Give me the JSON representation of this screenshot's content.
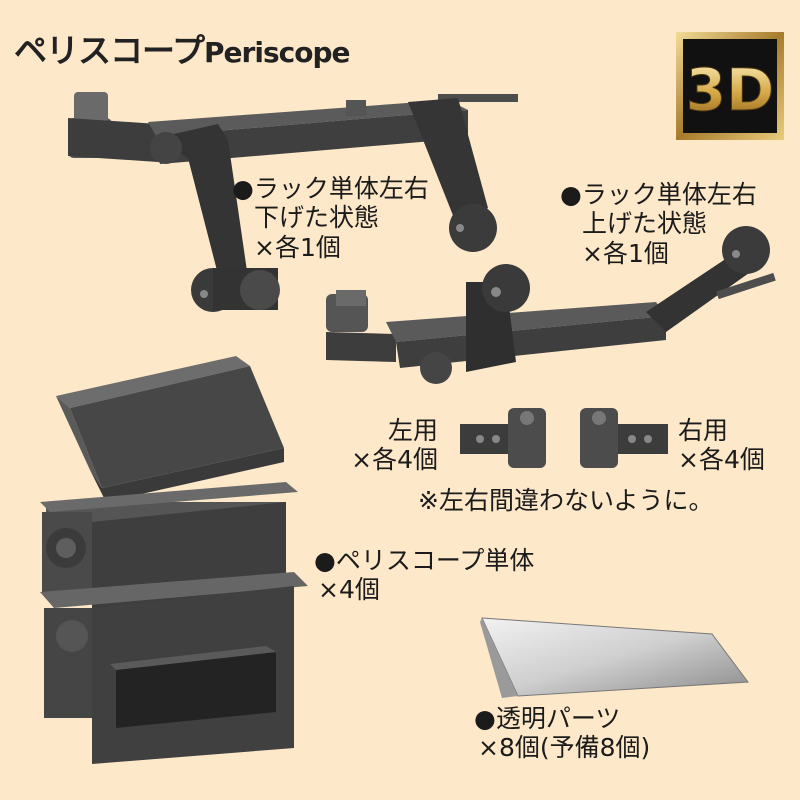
{
  "header": {
    "title_jp": "ペリスコープ",
    "title_en": "Periscope"
  },
  "badge": {
    "text": "3D"
  },
  "captions": {
    "rack_down": {
      "line1": "●ラック単体左右",
      "line2": "下げた状態",
      "line3": "×各1個"
    },
    "rack_up": {
      "line1": "●ラック単体左右",
      "line2": "上げた状態",
      "line3": "×各1個"
    },
    "left_part": {
      "line1": "左用",
      "line2": "×各4個"
    },
    "right_part": {
      "line1": "右用",
      "line2": "×各4個"
    },
    "note": "※左右間違わないように。",
    "periscope_single": {
      "line1": "●ペリスコープ単体",
      "line2": "×4個"
    },
    "clear_parts": {
      "line1": "●透明パーツ",
      "line2": "×8個(予備8個)"
    }
  },
  "colors": {
    "background": "#fde8c9",
    "part_dark": "#3a3a3a",
    "part_mid": "#555555",
    "part_light": "#707070",
    "badge_gold": "#c9a24a"
  }
}
